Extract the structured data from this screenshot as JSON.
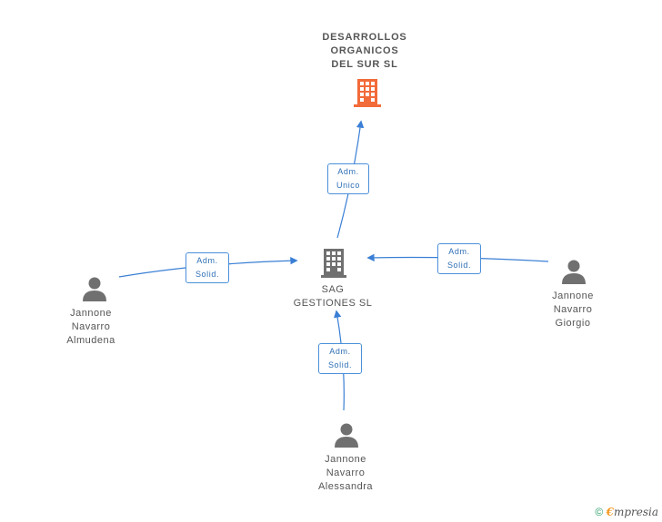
{
  "colors": {
    "edge": "#3a7fd5",
    "company_main": "#f26b3a",
    "company": "#707070",
    "person": "#707070"
  },
  "main_company": {
    "name_lines": [
      "DESARROLLOS",
      "ORGANICOS",
      "DEL SUR SL"
    ],
    "icon": "building-icon"
  },
  "company": {
    "name_lines": [
      "SAG",
      "GESTIONES SL"
    ],
    "icon": "building-icon"
  },
  "persons": [
    {
      "name_lines": [
        "Jannone",
        "Navarro",
        "Almudena"
      ],
      "icon": "person-icon"
    },
    {
      "name_lines": [
        "Jannone",
        "Navarro",
        "Giorgio"
      ],
      "icon": "person-icon"
    },
    {
      "name_lines": [
        "Jannone",
        "Navarro",
        "Alessandra"
      ],
      "icon": "person-icon"
    }
  ],
  "relations": [
    {
      "lines": [
        "Adm.",
        "Unico"
      ]
    },
    {
      "lines": [
        "Adm.",
        "Solid."
      ]
    },
    {
      "lines": [
        "Adm.",
        "Solid."
      ]
    },
    {
      "lines": [
        "Adm.",
        "Solid."
      ]
    }
  ],
  "copyright": {
    "symbol": "©",
    "brand_initial": "€",
    "brand_rest": "mpresia"
  }
}
